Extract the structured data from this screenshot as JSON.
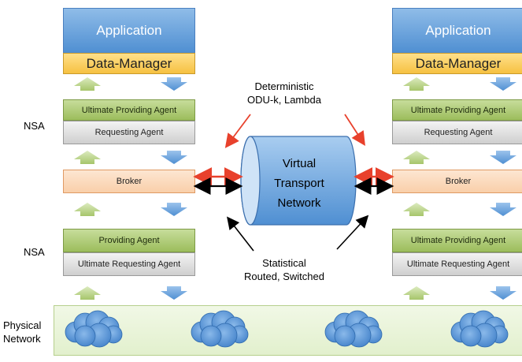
{
  "left_stack": {
    "application": "Application",
    "data_manager": "Data-Manager",
    "upper_agent": "Ultimate Providing Agent",
    "upper_requester": "Requesting Agent",
    "broker": "Broker",
    "lower_agent": "Providing Agent",
    "lower_requester": "Ultimate Requesting Agent"
  },
  "right_stack": {
    "application": "Application",
    "data_manager": "Data-Manager",
    "upper_agent": "Ultimate Providing Agent",
    "upper_requester": "Requesting Agent",
    "broker": "Broker",
    "lower_agent": "Ultimate Providing Agent",
    "lower_requester": "Ultimate Requesting Agent"
  },
  "side_labels": {
    "nsa_upper": "NSA",
    "nsa_lower": "NSA",
    "physical_line1": "Physical",
    "physical_line2": "Network"
  },
  "center": {
    "cylinder_line1": "Virtual",
    "cylinder_line2": "Transport",
    "cylinder_line3": "Network",
    "deterministic_line1": "Deterministic",
    "deterministic_line2": "ODU-k, Lambda",
    "statistical_line1": "Statistical",
    "statistical_line2": "Routed, Switched"
  },
  "colors": {
    "application_blue": "#4f8fd2",
    "data_manager_yellow": "#f6c142",
    "agent_green": "#9cbd5c",
    "requester_gray": "#cfcfcf",
    "broker_peach": "#f9cfa9",
    "deterministic_red": "#e8412c",
    "cloud_blue": "#5b9bd5",
    "physical_green": "#e2f0cd"
  }
}
